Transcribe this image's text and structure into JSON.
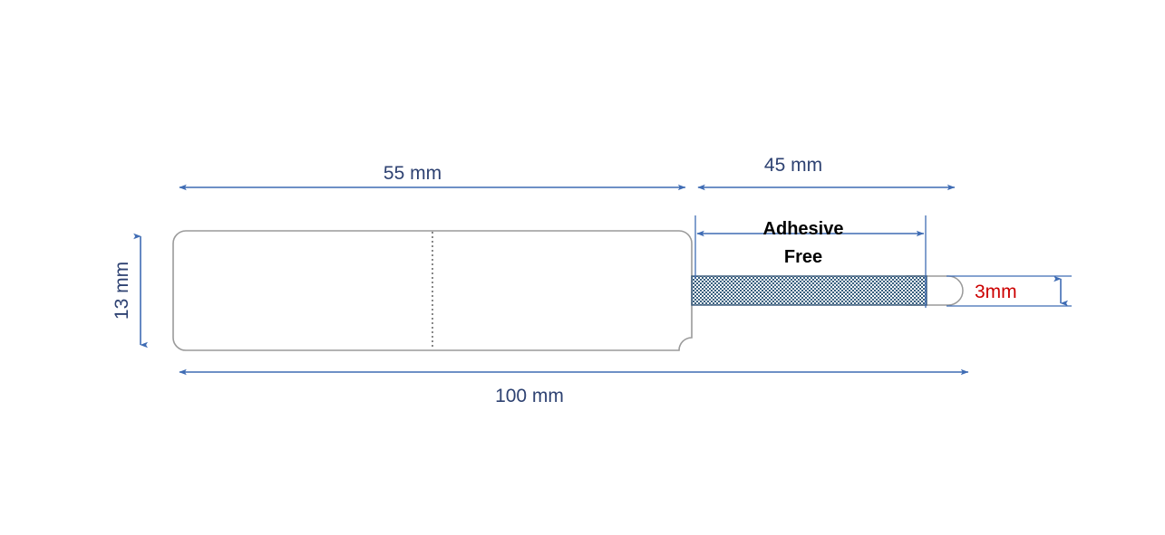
{
  "diagram": {
    "title": "Adhesive Label / Wristband Dimension Drawing",
    "colors": {
      "dimension_blue": "#3f6cb4",
      "dimension_text": "#2e4272",
      "note_text": "#000000",
      "tip_text": "#cc0000",
      "outline_gray": "#9a9a9a",
      "hatch_blue": "#3a5a7a",
      "background": "#ffffff"
    },
    "dimensions": {
      "top_left": {
        "label": "55 mm",
        "value": 55,
        "unit": "mm",
        "orientation": "horizontal",
        "name": "printable-body-length"
      },
      "top_right": {
        "label": "45 mm",
        "value": 45,
        "unit": "mm",
        "orientation": "horizontal",
        "name": "tail-length"
      },
      "left_vertical": {
        "label": "13 mm",
        "value": 13,
        "unit": "mm",
        "orientation": "vertical",
        "name": "body-height"
      },
      "bottom_total": {
        "label": "100 mm",
        "value": 100,
        "unit": "mm",
        "orientation": "horizontal",
        "name": "overall-length"
      },
      "tail_height": {
        "label": "3mm",
        "value": 3,
        "unit": "mm",
        "orientation": "vertical",
        "name": "tail-width"
      }
    },
    "annotations": {
      "adhesive_free": {
        "line1": "Adhesive",
        "line2": "Free",
        "name": "adhesive-free-callout"
      }
    },
    "features": {
      "perforation": "dotted-fold-line",
      "tail_fill": "crosshatch-adhesive-free",
      "tail_tip": "rounded-end",
      "body_corners": "rounded"
    }
  }
}
